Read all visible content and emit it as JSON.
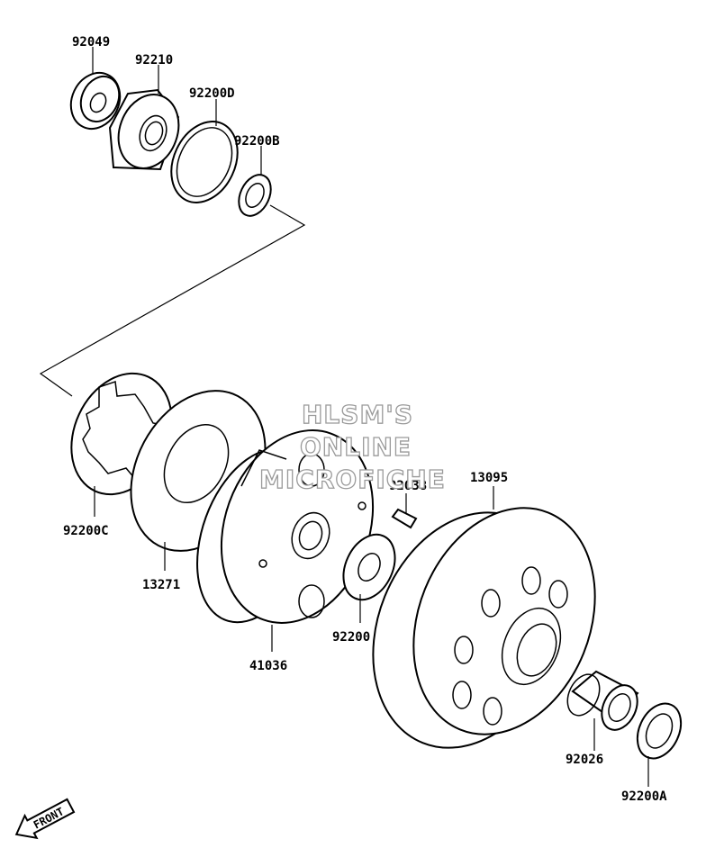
{
  "watermark": {
    "line1": "HLSM'S",
    "line2": "ONLINE",
    "line3": "MICROFICHE"
  },
  "front_label": "FRONT",
  "parts": {
    "p92049": "92049",
    "p92210": "92210",
    "p92200D": "92200D",
    "p92200B": "92200B",
    "p92200C": "92200C",
    "p13271": "13271",
    "p41036": "41036",
    "p92038": "92038",
    "p13095": "13095",
    "p92200": "92200",
    "p92026": "92026",
    "p92200A": "92200A"
  }
}
